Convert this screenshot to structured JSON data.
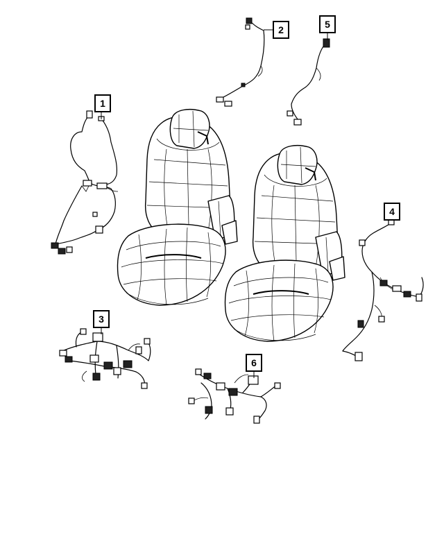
{
  "callouts": [
    {
      "id": "c1",
      "label": "1"
    },
    {
      "id": "c2",
      "label": "2"
    },
    {
      "id": "c3",
      "label": "3"
    },
    {
      "id": "c4",
      "label": "4"
    },
    {
      "id": "c5",
      "label": "5"
    },
    {
      "id": "c6",
      "label": "6"
    }
  ]
}
